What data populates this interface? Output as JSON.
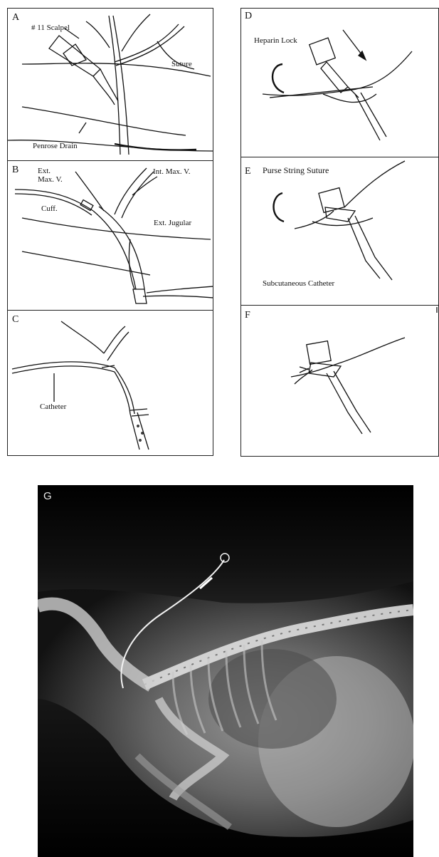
{
  "panels": {
    "a": {
      "label": "A",
      "scalpel": "# 11 Scalpel",
      "suture": "Suture",
      "drain": "Penrose Drain"
    },
    "b": {
      "label": "B",
      "ext_max_v": "Ext. Max. V.",
      "int_max_v": "Int. Max. V.",
      "cuff": "Cuff.",
      "ext_jugular": "Ext. Jugular"
    },
    "c": {
      "label": "C",
      "catheter": "Catheter"
    },
    "d": {
      "label": "D",
      "heparin_lock": "Heparin Lock"
    },
    "e": {
      "label": "E",
      "purse_string": "Purse String Suture",
      "subcutaneous": "Subcutaneous Catheter"
    },
    "f": {
      "label": "F"
    },
    "g": {
      "label": "G"
    }
  }
}
